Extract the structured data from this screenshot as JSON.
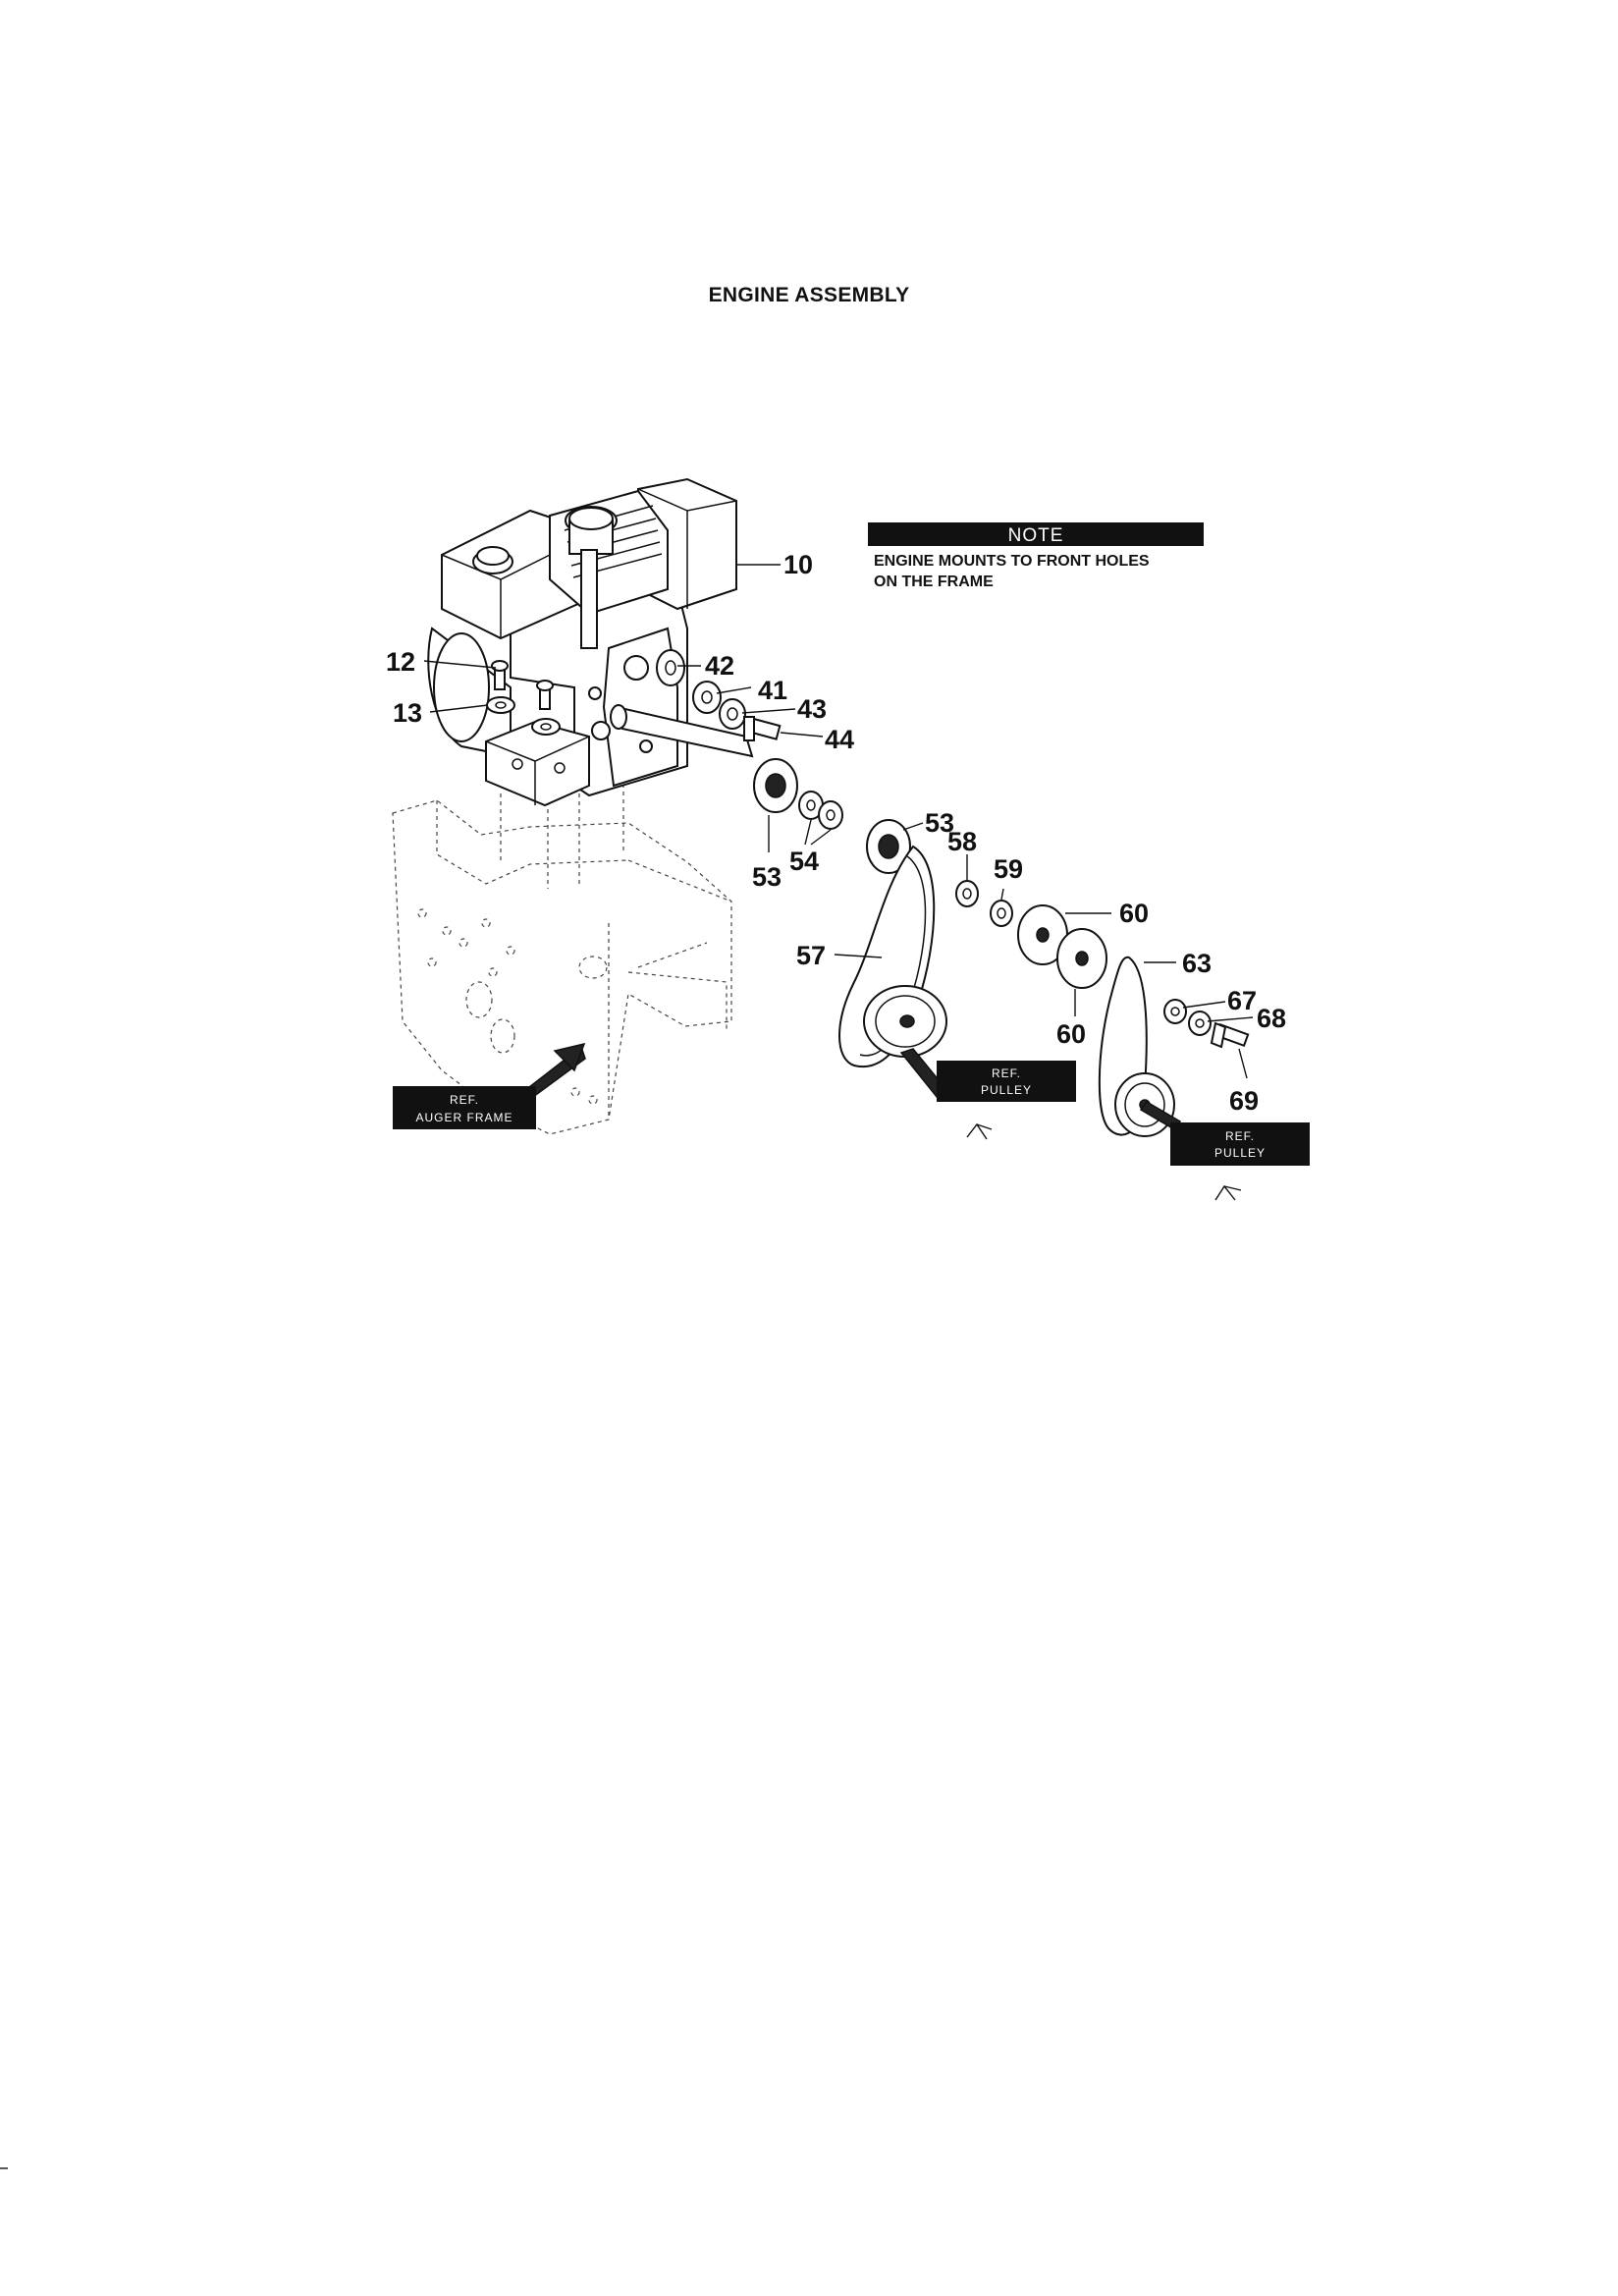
{
  "title": "ENGINE ASSEMBLY",
  "note": {
    "heading": "NOTE",
    "lines": [
      "ENGINE MOUNTS TO FRONT HOLES",
      "ON THE FRAME"
    ]
  },
  "refs": {
    "auger_frame": [
      "REF.",
      "AUGER FRAME"
    ],
    "pulley_1": [
      "REF.",
      "PULLEY"
    ],
    "pulley_2": [
      "REF.",
      "PULLEY"
    ]
  },
  "callouts": {
    "c10": "10",
    "c12": "12",
    "c13": "13",
    "c41": "41",
    "c42": "42",
    "c43": "43",
    "c44": "44",
    "c53a": "53",
    "c53b": "53",
    "c54": "54",
    "c57": "57",
    "c58": "58",
    "c59": "59",
    "c60a": "60",
    "c60b": "60",
    "c63": "63",
    "c67": "67",
    "c68": "68",
    "c69": "69"
  }
}
